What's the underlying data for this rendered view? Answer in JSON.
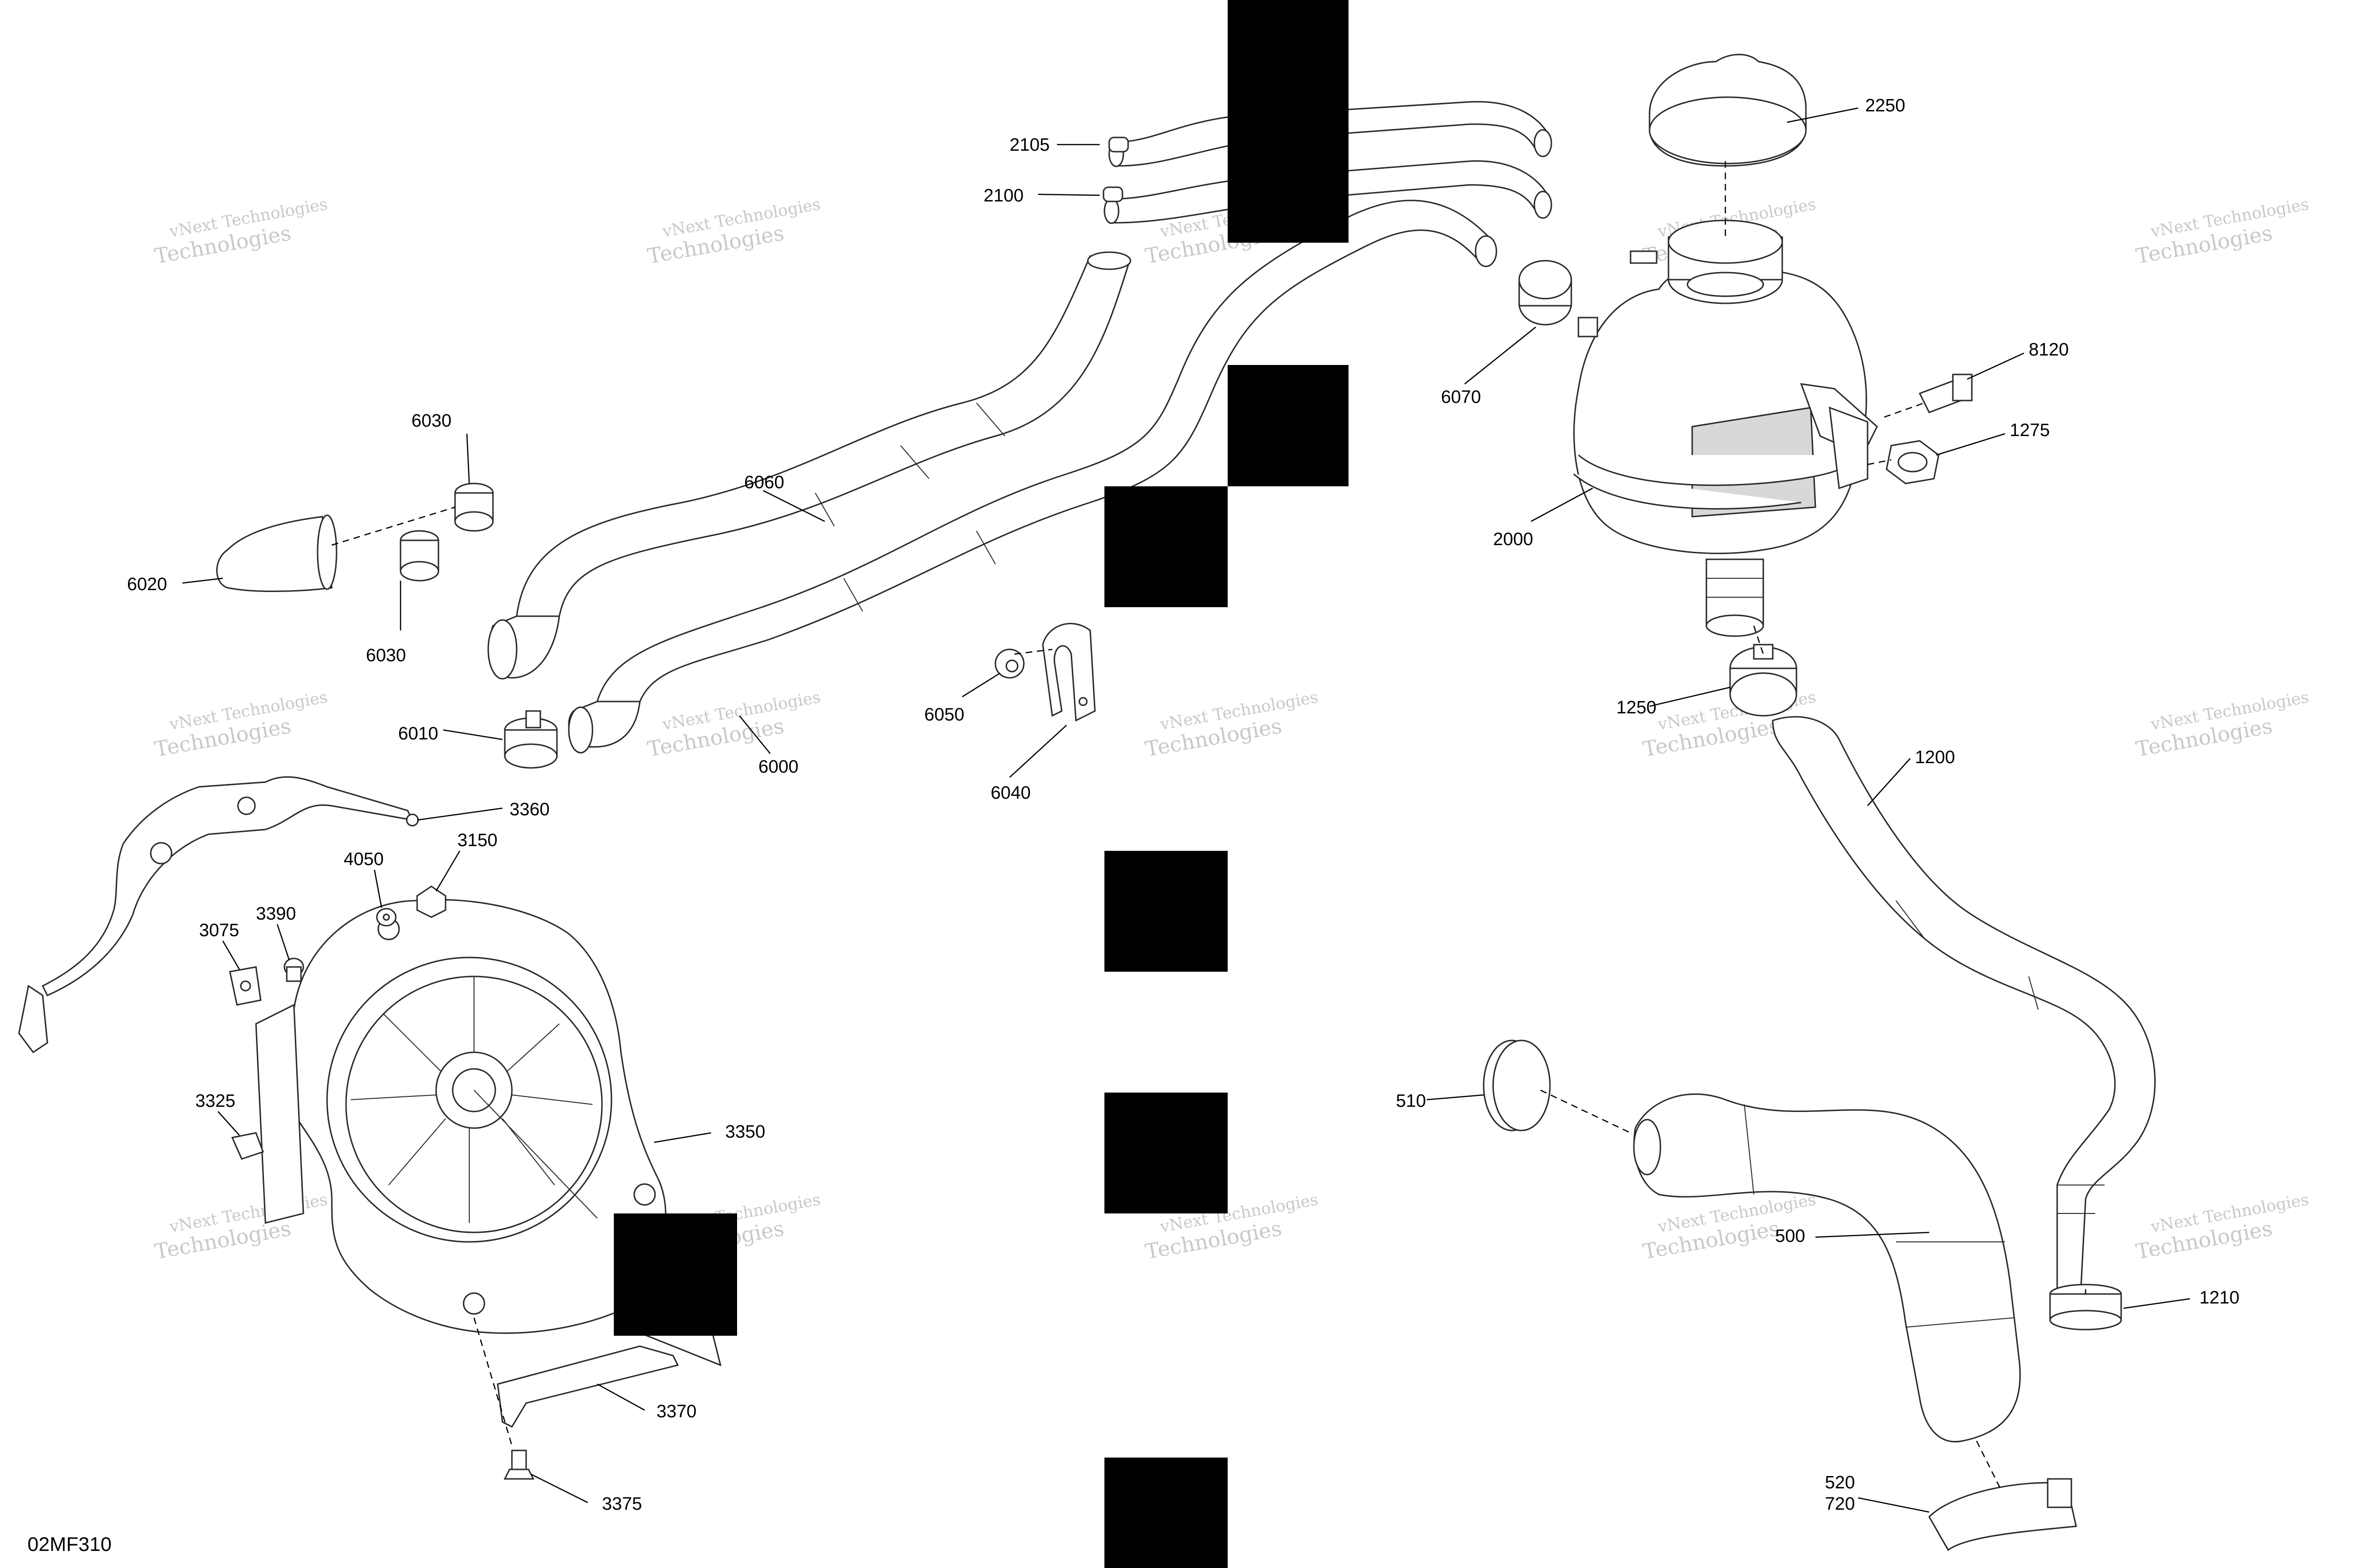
{
  "diagram": {
    "code": "02MF310",
    "watermark_line1": "vNext Technologies",
    "watermark_line2": "Technologies",
    "callouts": {
      "c2105": "2105",
      "c2100": "2100",
      "c2250": "2250",
      "c6070": "6070",
      "c8120": "8120",
      "c1275": "1275",
      "c2000": "2000",
      "c6030a": "6030",
      "c6030b": "6030",
      "c6020": "6020",
      "c6060": "6060",
      "c6010": "6010",
      "c6000": "6000",
      "c6050": "6050",
      "c6040": "6040",
      "c1250": "1250",
      "c1200": "1200",
      "c3360": "3360",
      "c4050": "4050",
      "c3150": "3150",
      "c3390": "3390",
      "c3075": "3075",
      "c3325": "3325",
      "c3350": "3350",
      "c3370": "3370",
      "c3375": "3375",
      "c510": "510",
      "c500": "500",
      "c1210": "1210",
      "c520": "520",
      "c720": "720"
    }
  }
}
